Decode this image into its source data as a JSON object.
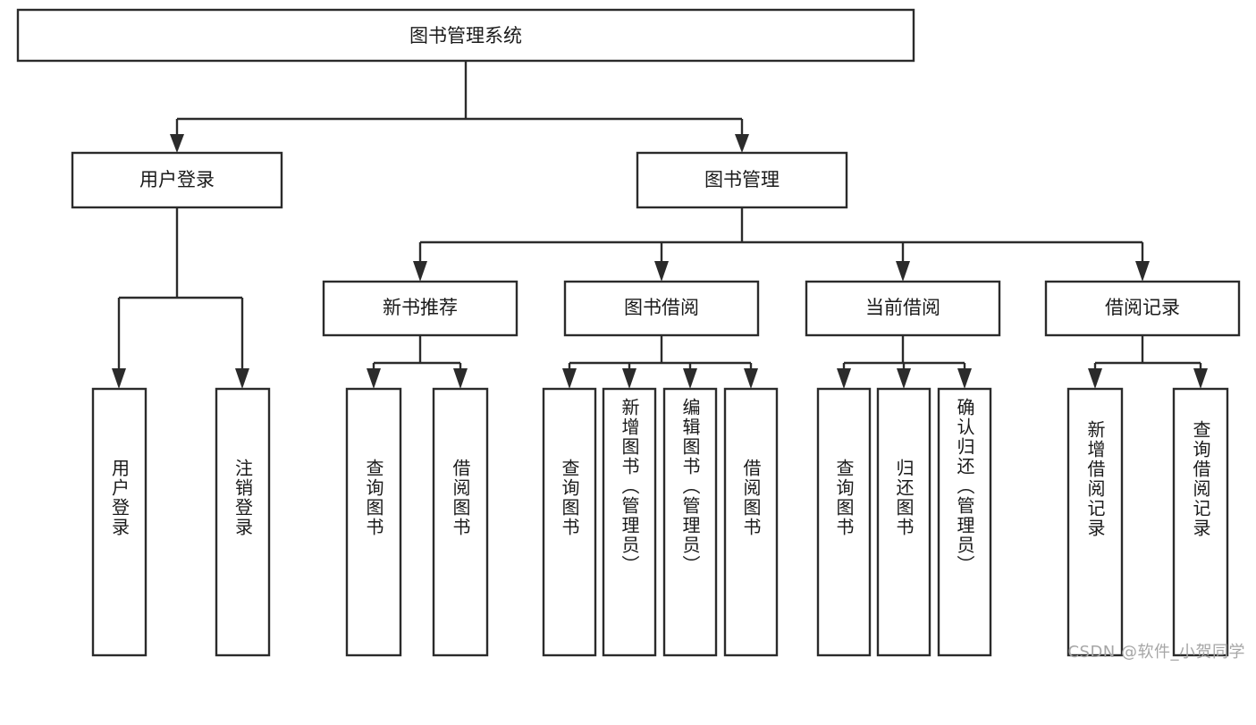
{
  "diagram": {
    "type": "tree",
    "title": "图书管理系统",
    "orientation": "top-down",
    "colors": {
      "box_stroke": "#2b2b2b",
      "box_fill": "#ffffff",
      "text": "#1a1a1a",
      "background": "#ffffff",
      "watermark": "#a6a6a6"
    },
    "root": {
      "label": "图书管理系统"
    },
    "level1": [
      {
        "label": "用户登录"
      },
      {
        "label": "图书管理"
      }
    ],
    "level2": [
      {
        "label": "新书推荐"
      },
      {
        "label": "图书借阅"
      },
      {
        "label": "当前借阅"
      },
      {
        "label": "借阅记录"
      }
    ],
    "leaves": {
      "user_login": [
        {
          "label": "用户登录"
        },
        {
          "label": "注销登录"
        }
      ],
      "new_book_recommend": [
        {
          "label": "查询图书"
        },
        {
          "label": "借阅图书"
        }
      ],
      "book_borrow": [
        {
          "label": "查询图书"
        },
        {
          "label": "新增图书（管理员）"
        },
        {
          "label": "编辑图书（管理员）"
        },
        {
          "label": "借阅图书"
        }
      ],
      "current_borrow": [
        {
          "label": "查询图书"
        },
        {
          "label": "归还图书"
        },
        {
          "label": "确认归还（管理员）"
        }
      ],
      "borrow_record": [
        {
          "label": "新增借阅记录"
        },
        {
          "label": "查询借阅记录"
        }
      ]
    }
  },
  "watermark": {
    "text": "CSDN @软件_小贺同学"
  }
}
